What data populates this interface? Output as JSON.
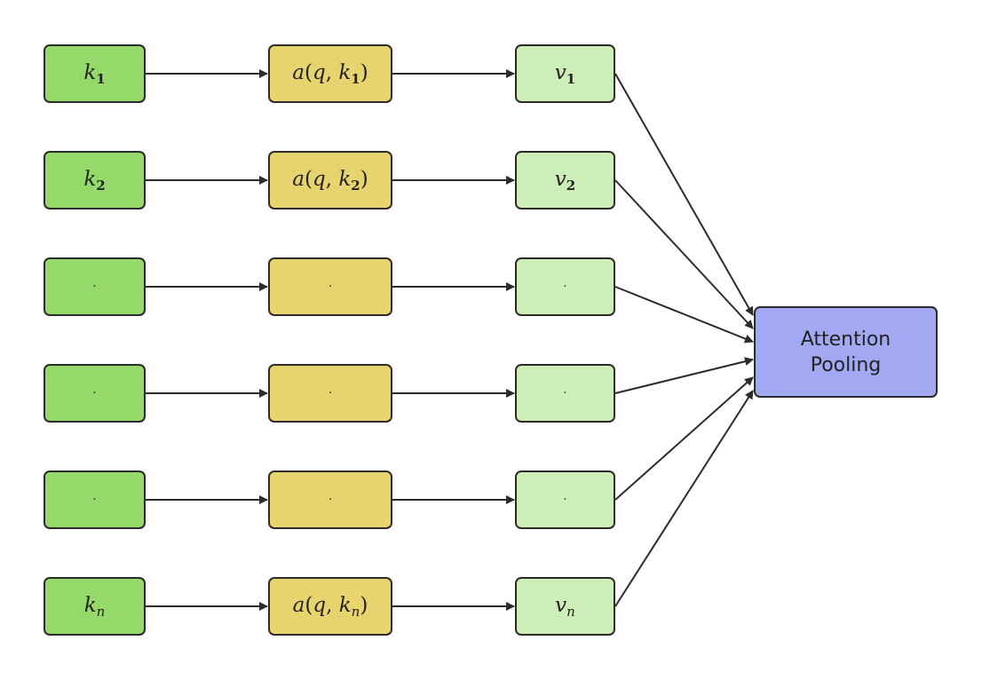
{
  "diagram": {
    "rows": [
      {
        "key": {
          "base": "k",
          "sub": "1"
        },
        "score": {
          "fn": "a",
          "arg": "q",
          "key": "k",
          "sub": "1"
        },
        "value": {
          "base": "v",
          "sub": "1"
        }
      },
      {
        "key": {
          "base": "k",
          "sub": "2"
        },
        "score": {
          "fn": "a",
          "arg": "q",
          "key": "k",
          "sub": "2"
        },
        "value": {
          "base": "v",
          "sub": "2"
        }
      },
      {
        "dot": "·"
      },
      {
        "dot": "·"
      },
      {
        "dot": "·"
      },
      {
        "key": {
          "base": "k",
          "sub": "n"
        },
        "score": {
          "fn": "a",
          "arg": "q",
          "key": "k",
          "sub": "n"
        },
        "value": {
          "base": "v",
          "sub": "n"
        }
      }
    ],
    "pooling": {
      "line1": "Attention",
      "line2": "Pooling"
    },
    "colors": {
      "key_fill": "#95d96a",
      "score_fill": "#e8d46e",
      "value_fill": "#cdeeb6",
      "pool_fill": "#a2a8f2",
      "stroke": "#2b2b2b"
    }
  }
}
